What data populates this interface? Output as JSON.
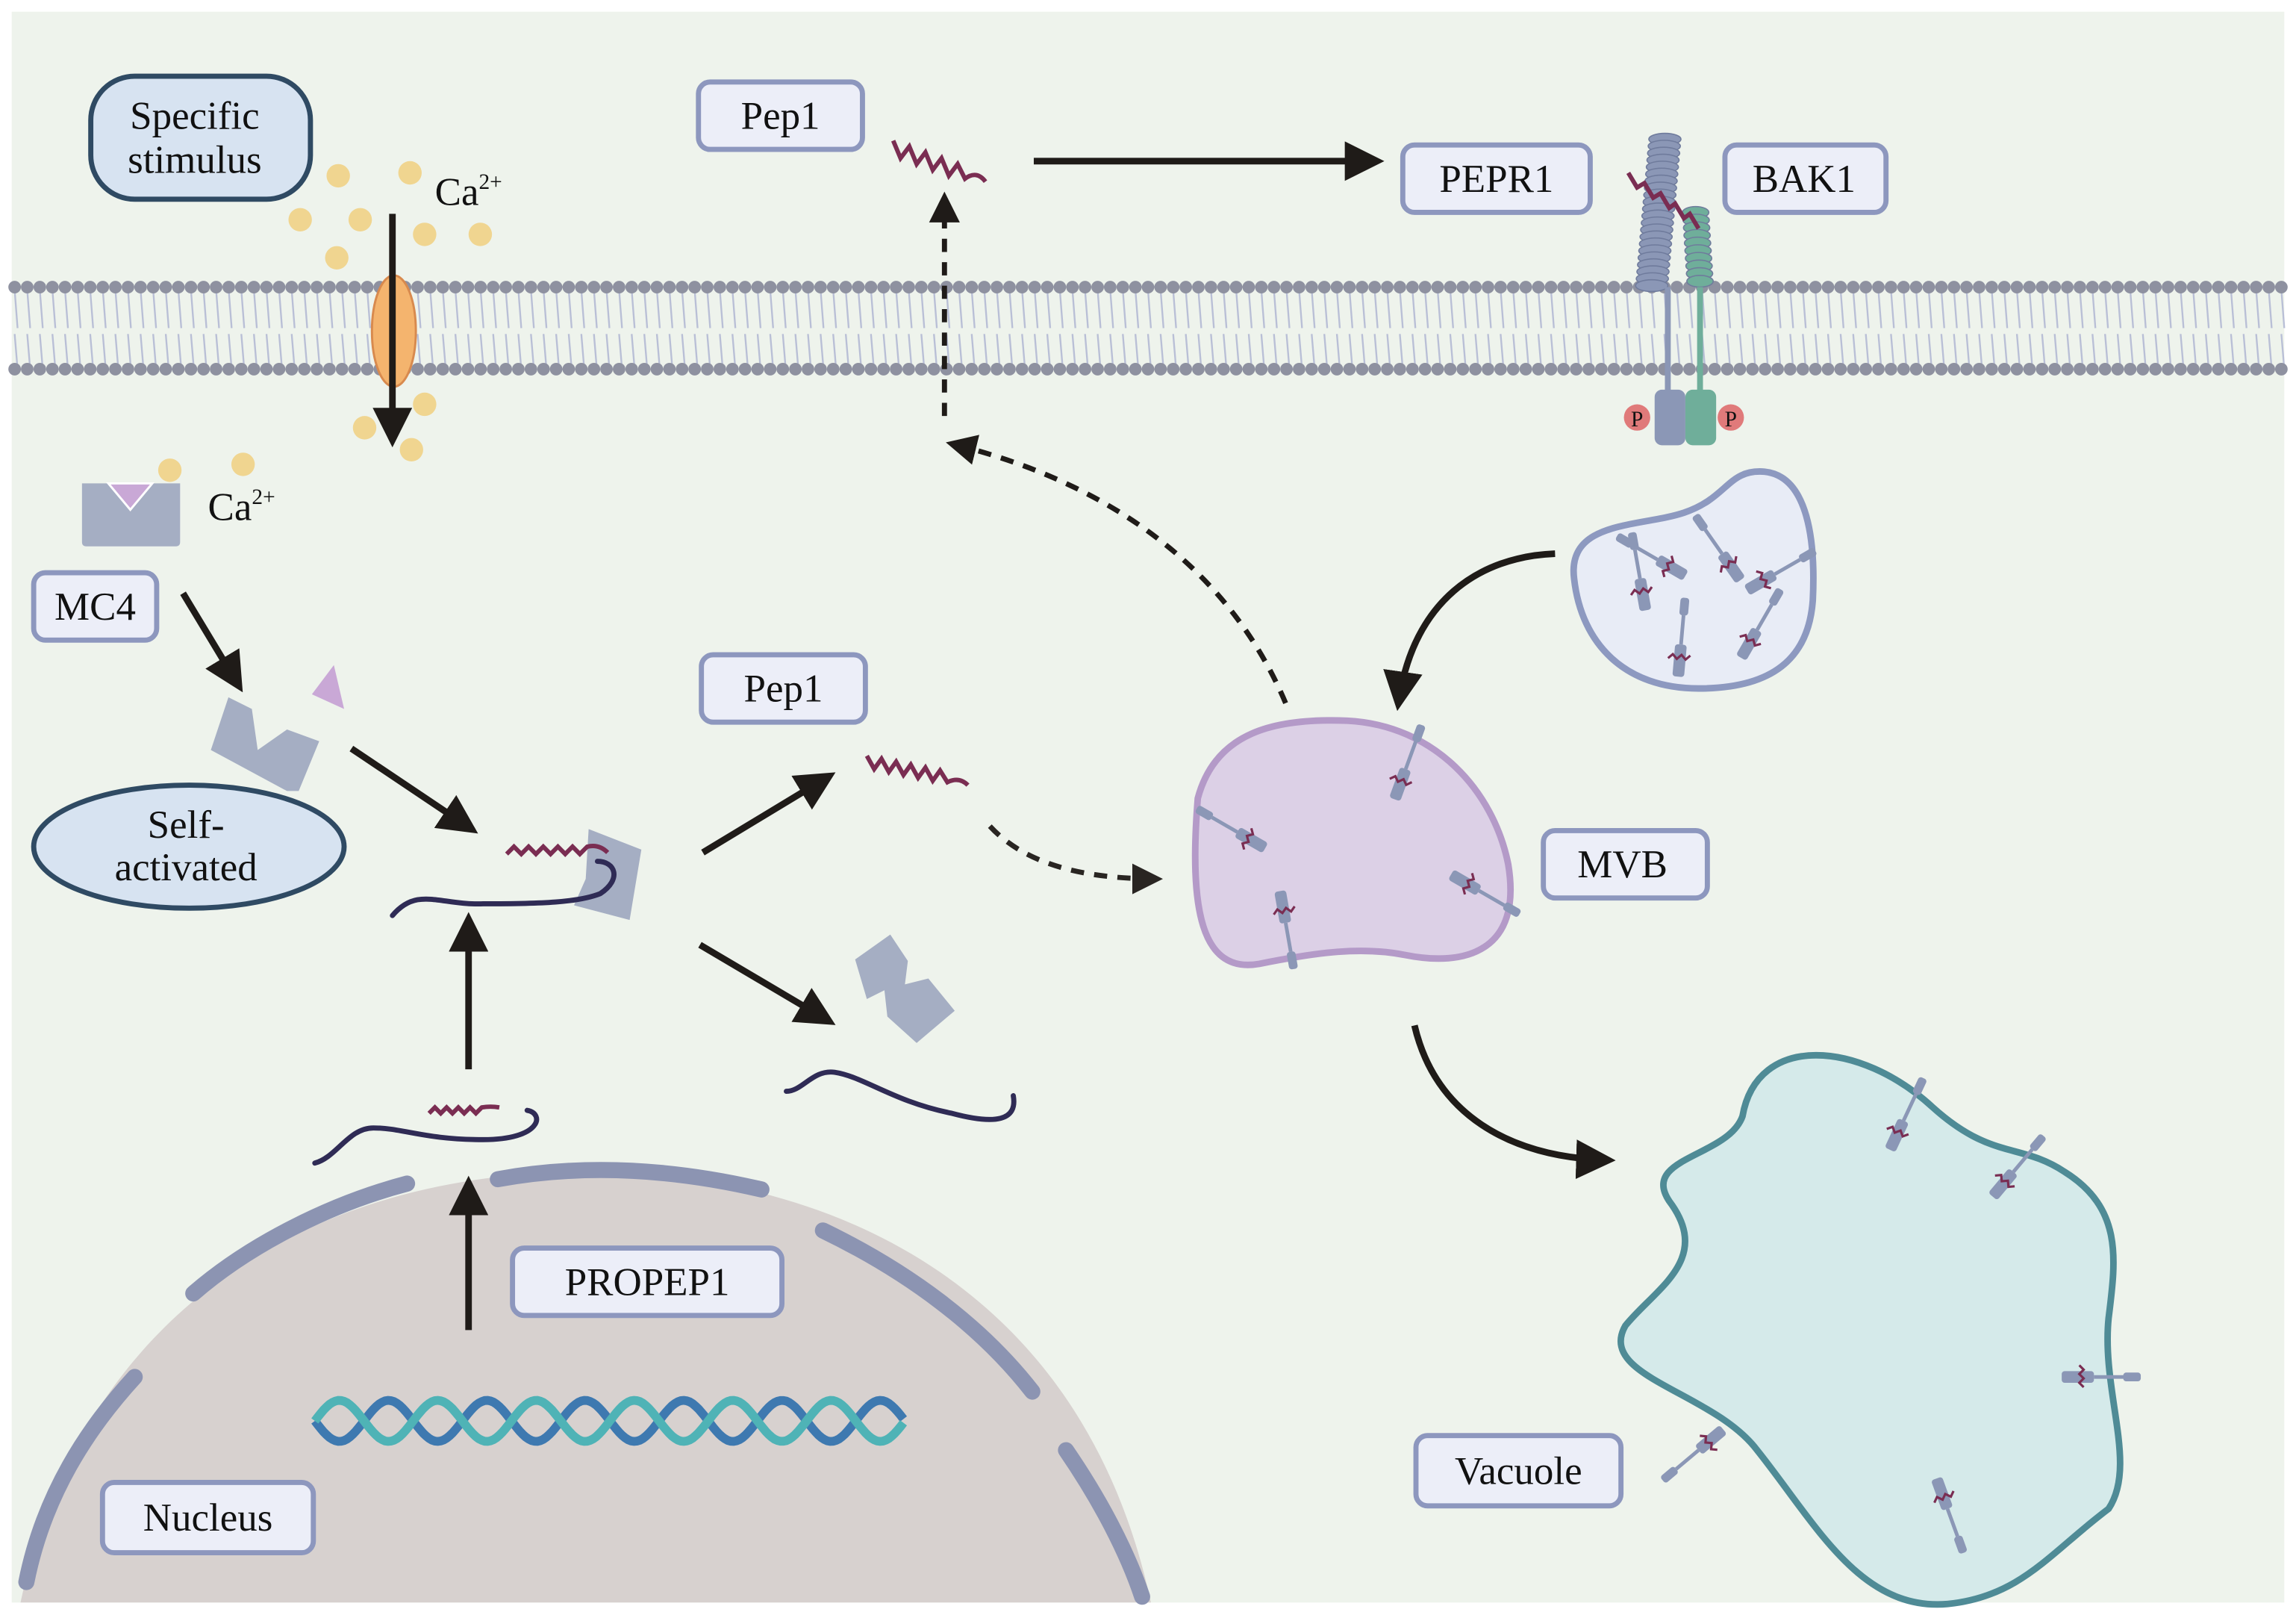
{
  "figure": {
    "title": "PROPEP1 / Pep1 signaling pathway",
    "background_color": "#eef3ec"
  },
  "labels": {
    "specific_stimulus_line1": "Specific",
    "specific_stimulus_line2": "stimulus",
    "ca_top": "Ca",
    "ca_top_sup": "2+",
    "ca_mid": "Ca",
    "ca_mid_sup": "2+",
    "mc4": "MC4",
    "self_activated_line1": "Self-",
    "self_activated_line2": "activated",
    "pep1_top": "Pep1",
    "pep1_mid": "Pep1",
    "pepr1": "PEPR1",
    "bak1": "BAK1",
    "phospho_left": "P",
    "phospho_right": "P",
    "mvb": "MVB",
    "vacuole": "Vacuole",
    "propep1": "PROPEP1",
    "nucleus": "Nucleus"
  },
  "colors": {
    "membrane_head": "#8e91a0",
    "membrane_tail": "#b9bfd6",
    "calcium": "#f0d590",
    "channel": "#f4b46e",
    "peptide": "#7a2d52",
    "pepr1": "#8b97b6",
    "bak1": "#6fae9a",
    "phospho": "#e07a7a",
    "mvb_fill": "#dcd0e6",
    "mvb_stroke": "#b49ac8",
    "endosome_fill": "#e8ecf6",
    "endosome_stroke": "#8d99c0",
    "vacuole_fill": "#d5eaea",
    "vacuole_stroke": "#4f8b96",
    "nucleus_fill": "#d7d1cf",
    "dna_a": "#3e79b0",
    "dna_b": "#4fb3b6"
  }
}
